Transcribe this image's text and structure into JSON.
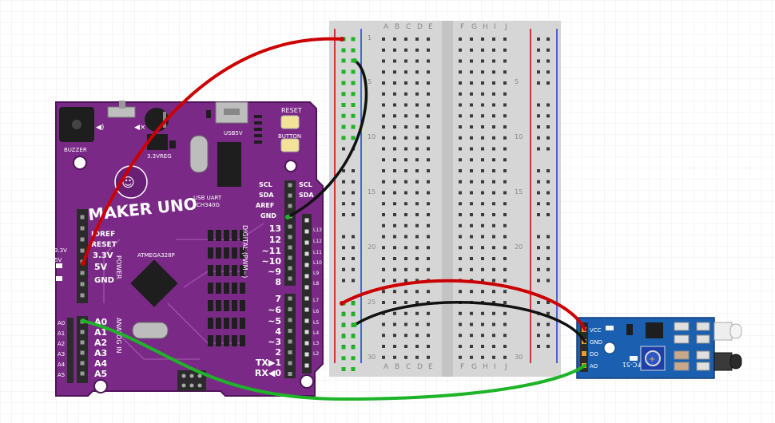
{
  "colors": {
    "board": "#7a2a86",
    "board_dark": "#5a1a66",
    "breadboard": "#d9d9d9",
    "rail_red": "#cc0000",
    "rail_blue": "#1a3fcc",
    "wire_red": "#cc0000",
    "wire_black": "#111111",
    "wire_green": "#1eb428",
    "sensor_board": "#1a5fb0",
    "hole": "#3a3a3a",
    "grid": "#ececec",
    "header": "#2b2b2b"
  },
  "board": {
    "logo_text": "MAKER UNO",
    "buzzer": "BUZZER",
    "reset": "RESET",
    "button": "BUTTON",
    "usb5v": "USB5V",
    "reg": "3.3VREG",
    "usb_uart": "USB UART",
    "chip_uart": "CH340G",
    "mcu": "ATMEGA328P",
    "digital": "DIGITAL (PWM~)",
    "power": "POWER",
    "analog": "ANALOG IN",
    "pwr_pins": [
      "IOREF",
      "RESET",
      "3.3V",
      "5V",
      "GND"
    ],
    "side_labels": [
      "3.3V",
      "5V"
    ],
    "analog_pins": [
      "A0",
      "A1",
      "A2",
      "A3",
      "A4",
      "A5"
    ],
    "left_pins": [
      "A0",
      "A1",
      "A2",
      "A3",
      "A4",
      "A5"
    ],
    "top_right": [
      "SCL",
      "SDA",
      "AREF",
      "GND"
    ],
    "top_right2": [
      "SCL",
      "SDA"
    ],
    "digital_pins": [
      "13",
      "12",
      "~11",
      "~10",
      "~9",
      "8",
      "7",
      "~6",
      "~5",
      "4",
      "~3",
      "2",
      "TX▶1",
      "RX◀0"
    ],
    "led_labels": [
      "L13",
      "L12",
      "L11",
      "L10",
      "L9",
      "L8",
      "L7",
      "L6",
      "L5",
      "L4",
      "L3",
      "L2"
    ]
  },
  "breadboard": {
    "cols_left": [
      "A",
      "B",
      "C",
      "D",
      "E"
    ],
    "cols_right": [
      "F",
      "G",
      "H",
      "I",
      "J"
    ],
    "row_numbers": [
      "1",
      "5",
      "10",
      "15",
      "20",
      "25",
      "30"
    ]
  },
  "sensor": {
    "model": "FC-51",
    "pins": [
      "VCC",
      "GND",
      "DO",
      "AO"
    ]
  }
}
